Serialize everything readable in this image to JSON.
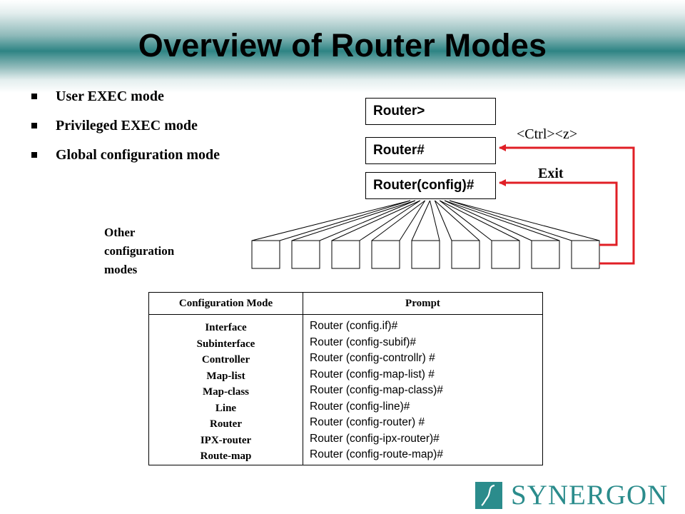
{
  "slide": {
    "title": "Overview of Router Modes"
  },
  "bullets": [
    "User EXEC mode",
    "Privileged EXEC mode",
    "Global configuration mode"
  ],
  "prompts_diagram": {
    "user": "Router>",
    "privileged": "Router#",
    "config": "Router(config)#",
    "ctrl_z_label": "<Ctrl><z>",
    "exit_label": "Exit",
    "other_modes_label": [
      "Other",
      "configuration",
      "modes"
    ],
    "submode_count": 9,
    "arrow_color": "#e01f26"
  },
  "table": {
    "headers": {
      "mode": "Configuration Mode",
      "prompt": "Prompt"
    },
    "rows": [
      {
        "mode": "Interface",
        "prompt": "Router (config.if)#"
      },
      {
        "mode": "Subinterface",
        "prompt": "Router (config-subif)#"
      },
      {
        "mode": "Controller",
        "prompt": "Router (config-controllr) #"
      },
      {
        "mode": "Map-list",
        "prompt": "Router (config-map-list) #"
      },
      {
        "mode": "Map-class",
        "prompt": "Router (config-map-class)#"
      },
      {
        "mode": "Line",
        "prompt": "Router (config-line)#"
      },
      {
        "mode": "Router",
        "prompt": "Router (config-router) #"
      },
      {
        "mode": "IPX-router",
        "prompt": "Router (config-ipx-router)#"
      },
      {
        "mode": "Route-map",
        "prompt": "Router (config-route-map)#"
      }
    ]
  },
  "branding": {
    "logo_text": "SYNERGON",
    "logo_color": "#2b8c8c",
    "logo_icon": "synergon-logo-icon"
  }
}
